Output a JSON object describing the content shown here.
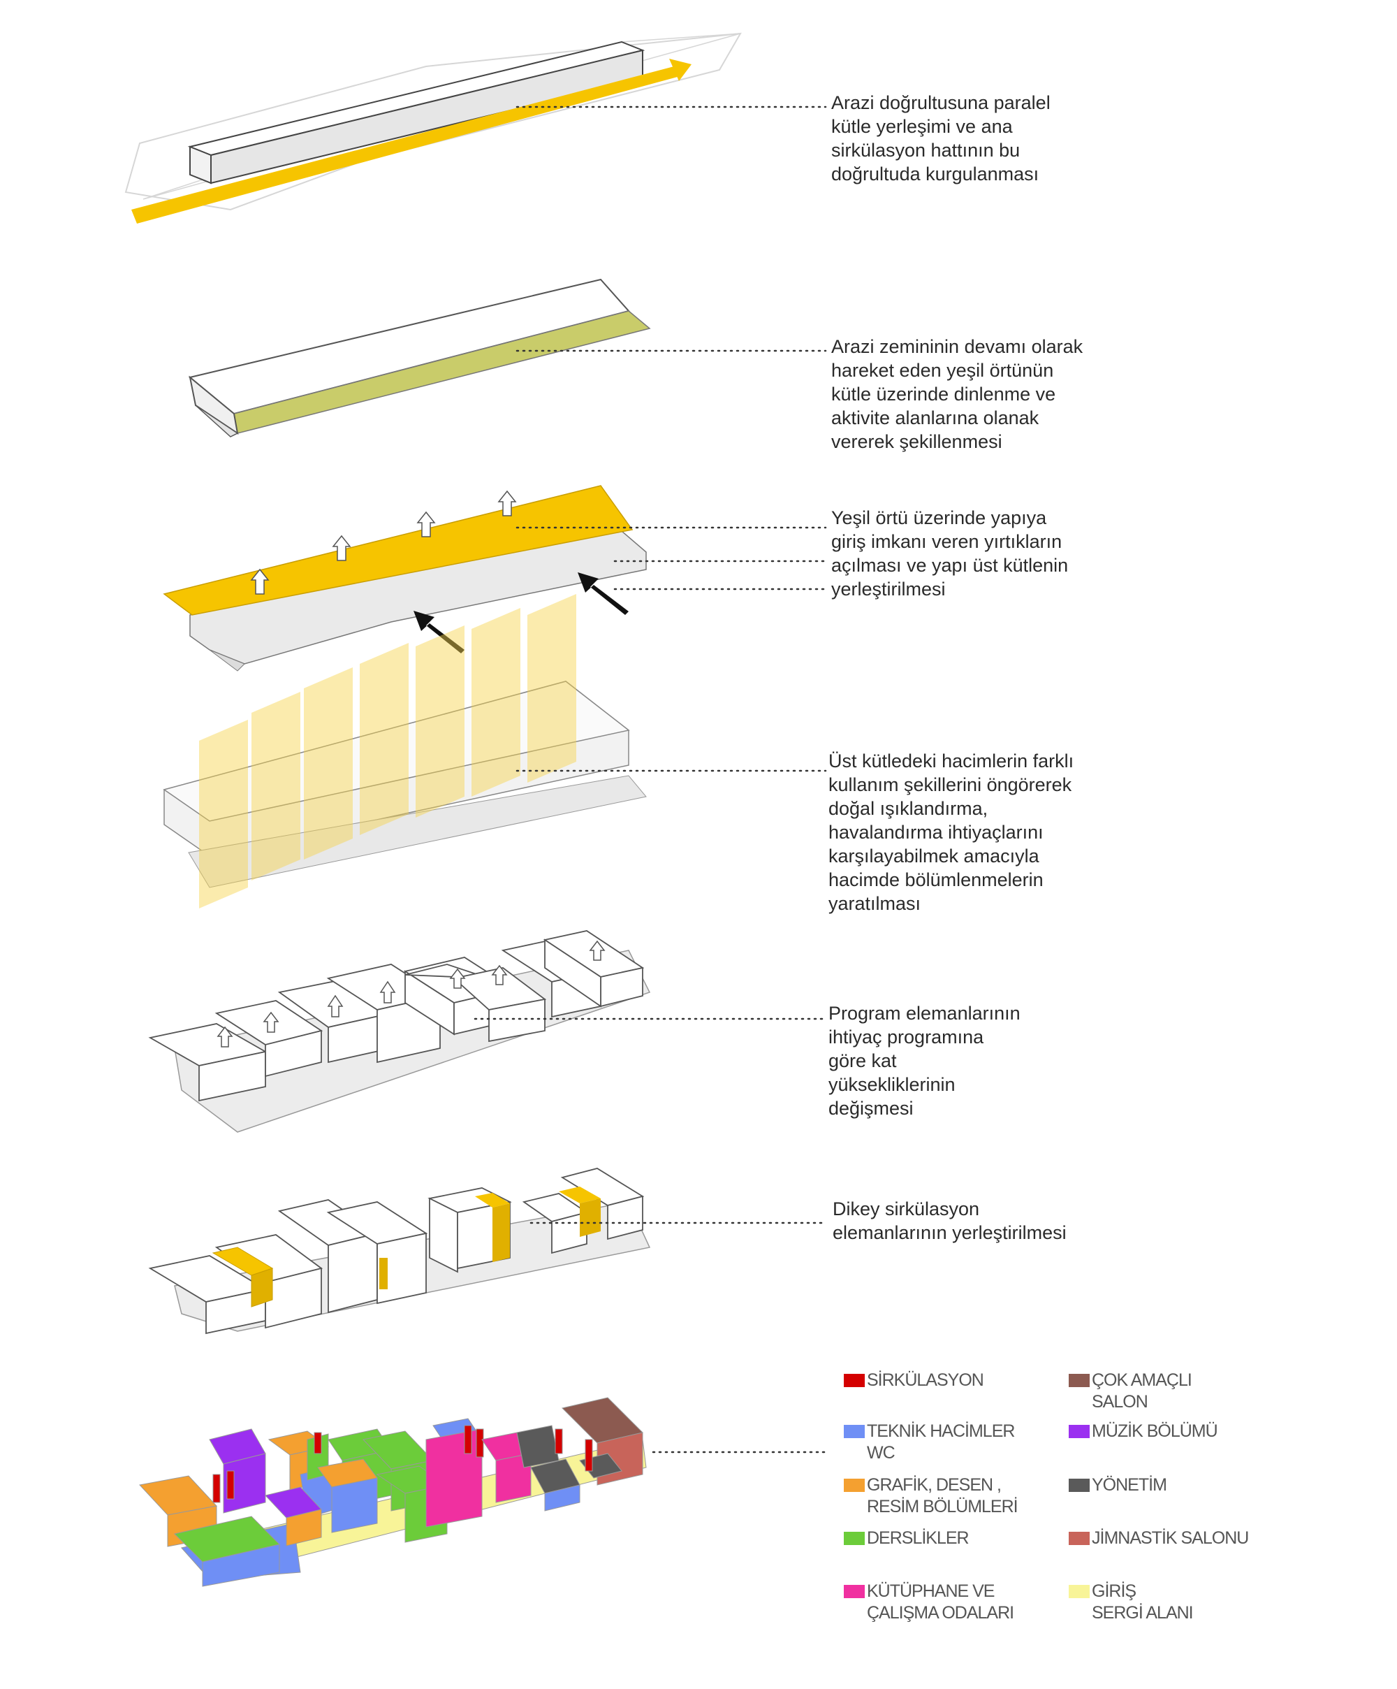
{
  "captions": [
    "Arazi doğrultusuna paralel\nkütle yerleşimi ve ana\nsirkülasyon hattının bu\ndoğrultuda kurgulanması",
    "Arazi zemininin devamı olarak\nhareket eden yeşil örtünün\nkütle üzerinde dinlenme ve\naktivite alanlarına olanak\nvererek şekillenmesi",
    "Yeşil örtü üzerinde yapıya\ngiriş imkanı veren yırtıkların\naçılması ve yapı üst kütlenin\nyerleştirilmesi",
    "Üst kütledeki hacimlerin farklı\nkullanım şekillerini öngörerek\ndoğal ışıklandırma,\nhavalandırma ihtiyaçlarını\nkarşılayabilmek amacıyla\nhacimde bölümlenmelerin\nyaratılması",
    "Program elemanlarının\nihtiyaç programına\ngöre kat\nyüksekliklerinin\ndeğişmesi",
    "Dikey sirkülasyon\nelemanlarının yerleştirilmesi"
  ],
  "legend": [
    {
      "label": "SİRKÜLASYON",
      "color": "#d40000"
    },
    {
      "label": "ÇOK AMAÇLI\nSALON",
      "color": "#8c5a50"
    },
    {
      "label": "TEKNİK HACİMLER\nWC",
      "color": "#6f8ff5"
    },
    {
      "label": "MÜZİK BÖLÜMÜ",
      "color": "#9b30f0"
    },
    {
      "label": "GRAFİK, DESEN ,\nRESİM BÖLÜMLERİ",
      "color": "#f4a030"
    },
    {
      "label": "YÖNETİM",
      "color": "#5a5a5a"
    },
    {
      "label": "DERSLİKLER",
      "color": "#6ccc3a"
    },
    {
      "label": "JİMNASTİK SALONU",
      "color": "#c8645a"
    },
    {
      "label": "KÜTÜPHANE VE\nÇALIŞMA ODALARI",
      "color": "#f030a0"
    },
    {
      "label": "GİRİŞ\nSERGİ ALANI",
      "color": "#f8f498"
    }
  ],
  "colors": {
    "accent_yellow": "#f6c400",
    "green_roof": "#c9cc6a",
    "leader_line": "#333333"
  }
}
